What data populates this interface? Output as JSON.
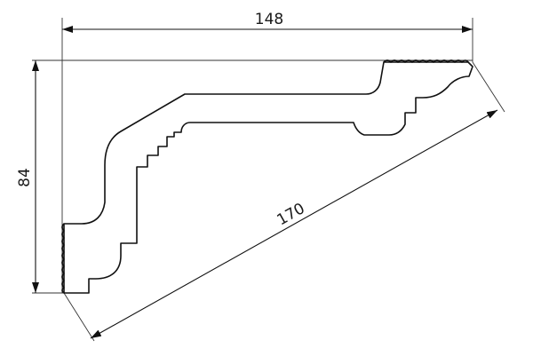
{
  "dimensions": {
    "width": "148",
    "height": "84",
    "diagonal": "170"
  }
}
